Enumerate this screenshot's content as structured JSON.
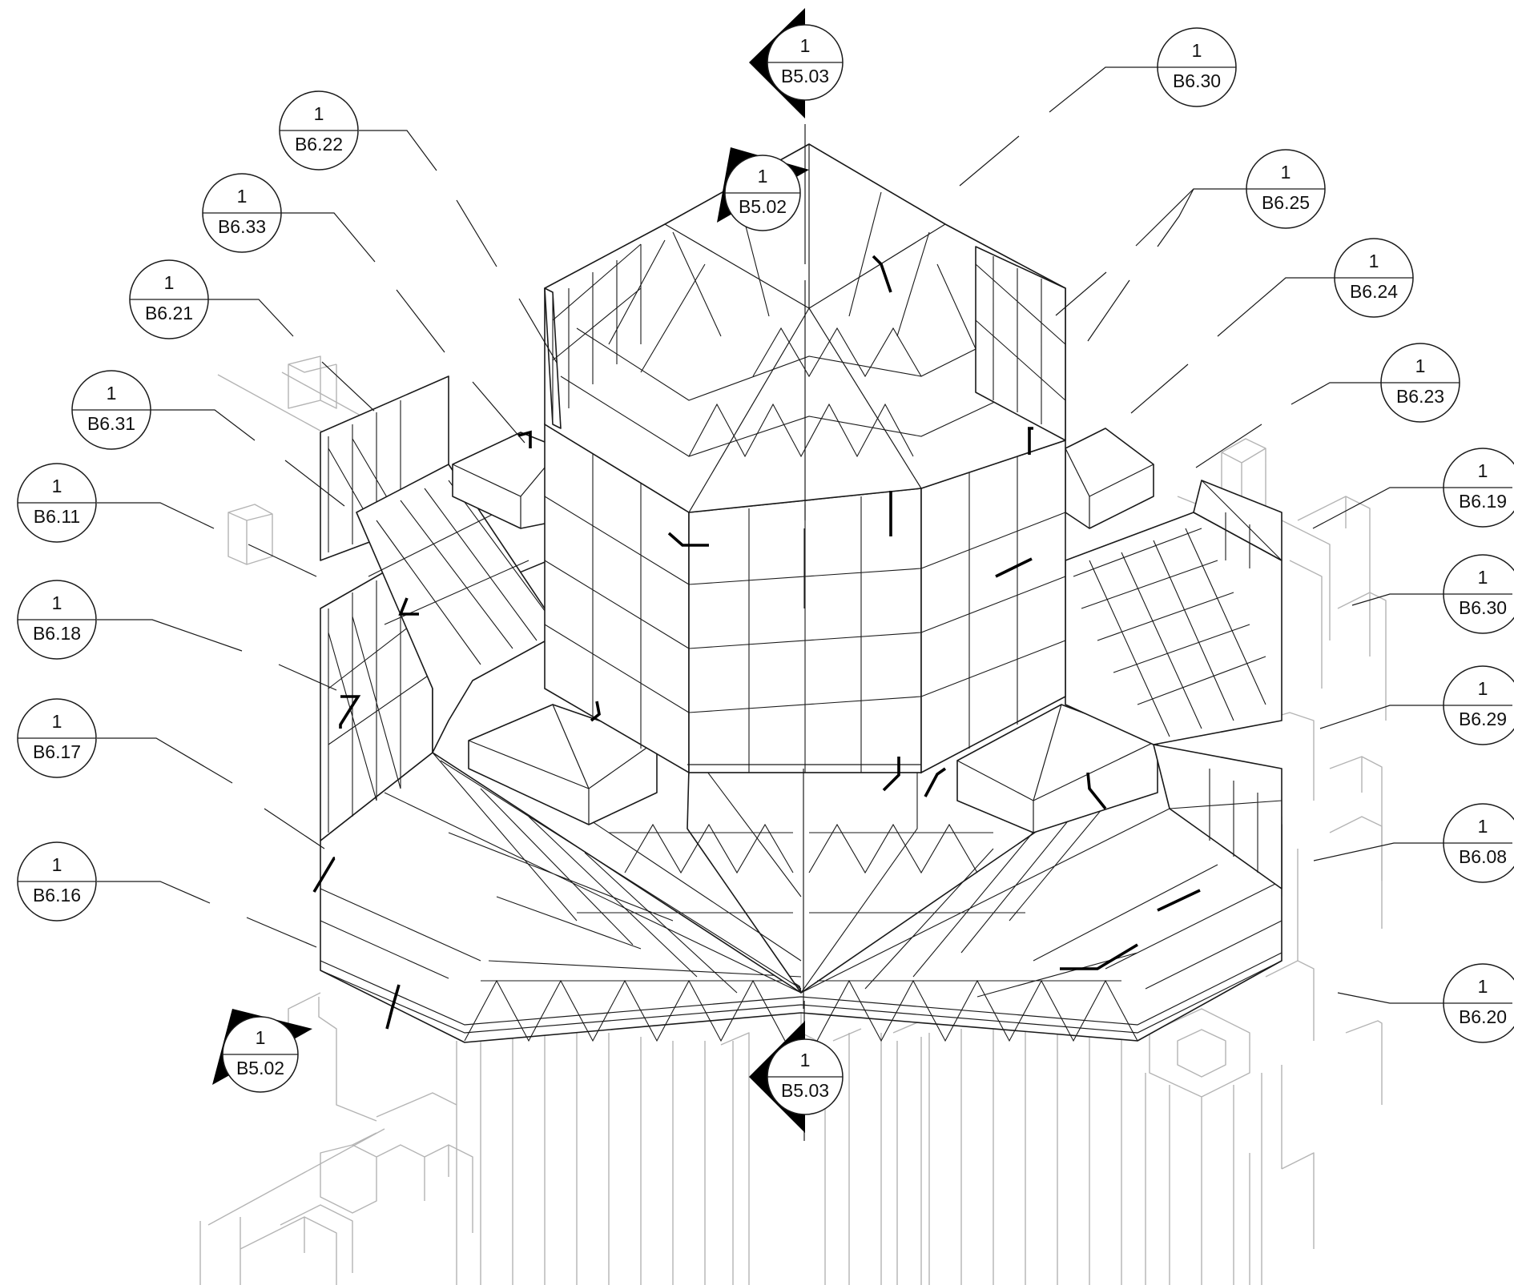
{
  "callouts": [
    {
      "id": "callout-b6-22",
      "number": "1",
      "sheet": "B6.22"
    },
    {
      "id": "callout-b6-33",
      "number": "1",
      "sheet": "B6.33"
    },
    {
      "id": "callout-b6-21",
      "number": "1",
      "sheet": "B6.21"
    },
    {
      "id": "callout-b6-31",
      "number": "1",
      "sheet": "B6.31"
    },
    {
      "id": "callout-b6-11",
      "number": "1",
      "sheet": "B6.11"
    },
    {
      "id": "callout-b6-18",
      "number": "1",
      "sheet": "B6.18"
    },
    {
      "id": "callout-b6-17",
      "number": "1",
      "sheet": "B6.17"
    },
    {
      "id": "callout-b6-16",
      "number": "1",
      "sheet": "B6.16"
    },
    {
      "id": "callout-b6-30-top",
      "number": "1",
      "sheet": "B6.30"
    },
    {
      "id": "callout-b6-25",
      "number": "1",
      "sheet": "B6.25"
    },
    {
      "id": "callout-b6-24",
      "number": "1",
      "sheet": "B6.24"
    },
    {
      "id": "callout-b6-23",
      "number": "1",
      "sheet": "B6.23"
    },
    {
      "id": "callout-b6-19",
      "number": "1",
      "sheet": "B6.19"
    },
    {
      "id": "callout-b6-30-right",
      "number": "1",
      "sheet": "B6.30"
    },
    {
      "id": "callout-b6-29",
      "number": "1",
      "sheet": "B6.29"
    },
    {
      "id": "callout-b6-08",
      "number": "1",
      "sheet": "B6.08"
    },
    {
      "id": "callout-b6-20",
      "number": "1",
      "sheet": "B6.20"
    }
  ],
  "section_marks": [
    {
      "id": "section-b5-03-top",
      "number": "1",
      "sheet": "B5.03"
    },
    {
      "id": "section-b5-02-top",
      "number": "1",
      "sheet": "B5.02"
    },
    {
      "id": "section-b5-02-bottom",
      "number": "1",
      "sheet": "B5.02"
    },
    {
      "id": "section-b5-03-bottom",
      "number": "1",
      "sheet": "B5.03"
    }
  ]
}
